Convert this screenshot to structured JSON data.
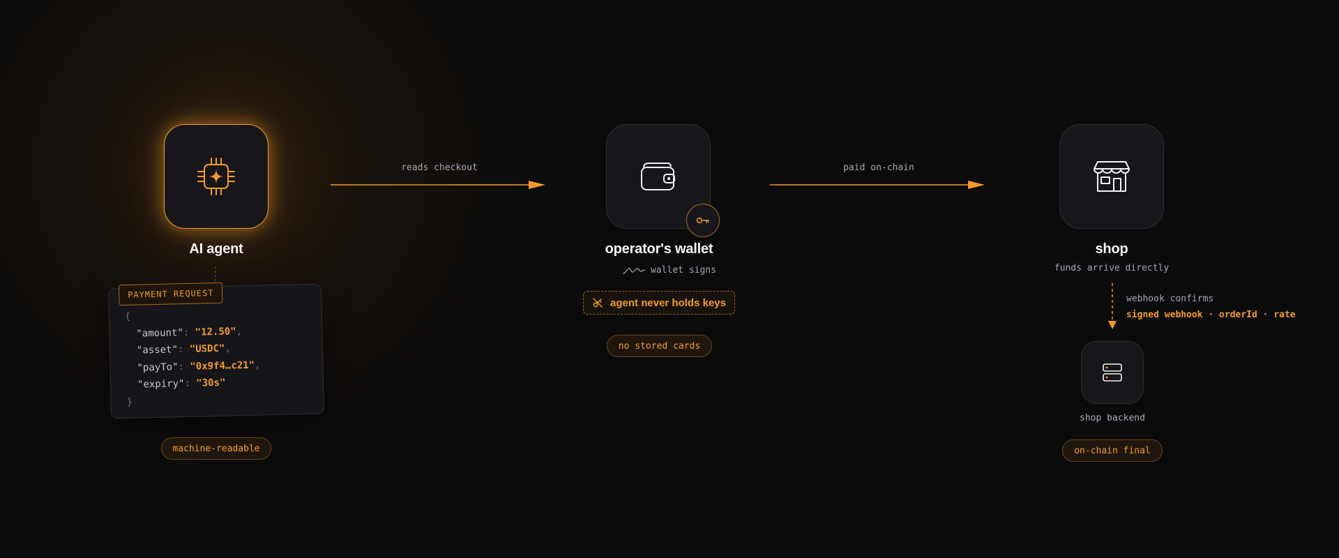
{
  "nodes": {
    "agent": {
      "label": "AI agent",
      "icon": "cpu-sparkle-icon"
    },
    "wallet": {
      "label": "operator's wallet",
      "icon": "wallet-icon",
      "key_icon": "key-icon",
      "signs_label": "wallet signs",
      "signs_icon": "signature-icon"
    },
    "shop": {
      "label": "shop",
      "icon": "storefront-icon",
      "sublabel": "funds arrive directly"
    }
  },
  "arrows": {
    "agent_to_wallet": "reads checkout",
    "wallet_to_shop": "paid on-chain",
    "shop_to_backend": {
      "label": "webhook confirms",
      "detail": "signed webhook · orderId · rate"
    }
  },
  "payment_request": {
    "tag": "PAYMENT REQUEST",
    "open_brace": "{",
    "close_brace": "}",
    "fields": [
      {
        "key": "\"amount\"",
        "value": "\"12.50\"",
        "trail": ","
      },
      {
        "key": "\"asset\"",
        "value": "\"USDC\"",
        "trail": ","
      },
      {
        "key": "\"payTo\"",
        "value": "\"0x9f4…c21\"",
        "trail": ","
      },
      {
        "key": "\"expiry\"",
        "value": "\"30s\"",
        "trail": ""
      }
    ]
  },
  "badges": {
    "machine_readable": "machine-readable",
    "agent_never_holds_keys": "agent never holds keys",
    "no_stored_cards": "no stored cards",
    "on_chain_final": "on-chain final"
  },
  "backend": {
    "label": "shop backend",
    "icon": "server-icon"
  },
  "colors": {
    "accent": "#f59a2b",
    "background": "#0b0b0c",
    "node_fill": "#17171b",
    "muted_text": "#a6a6b4"
  }
}
